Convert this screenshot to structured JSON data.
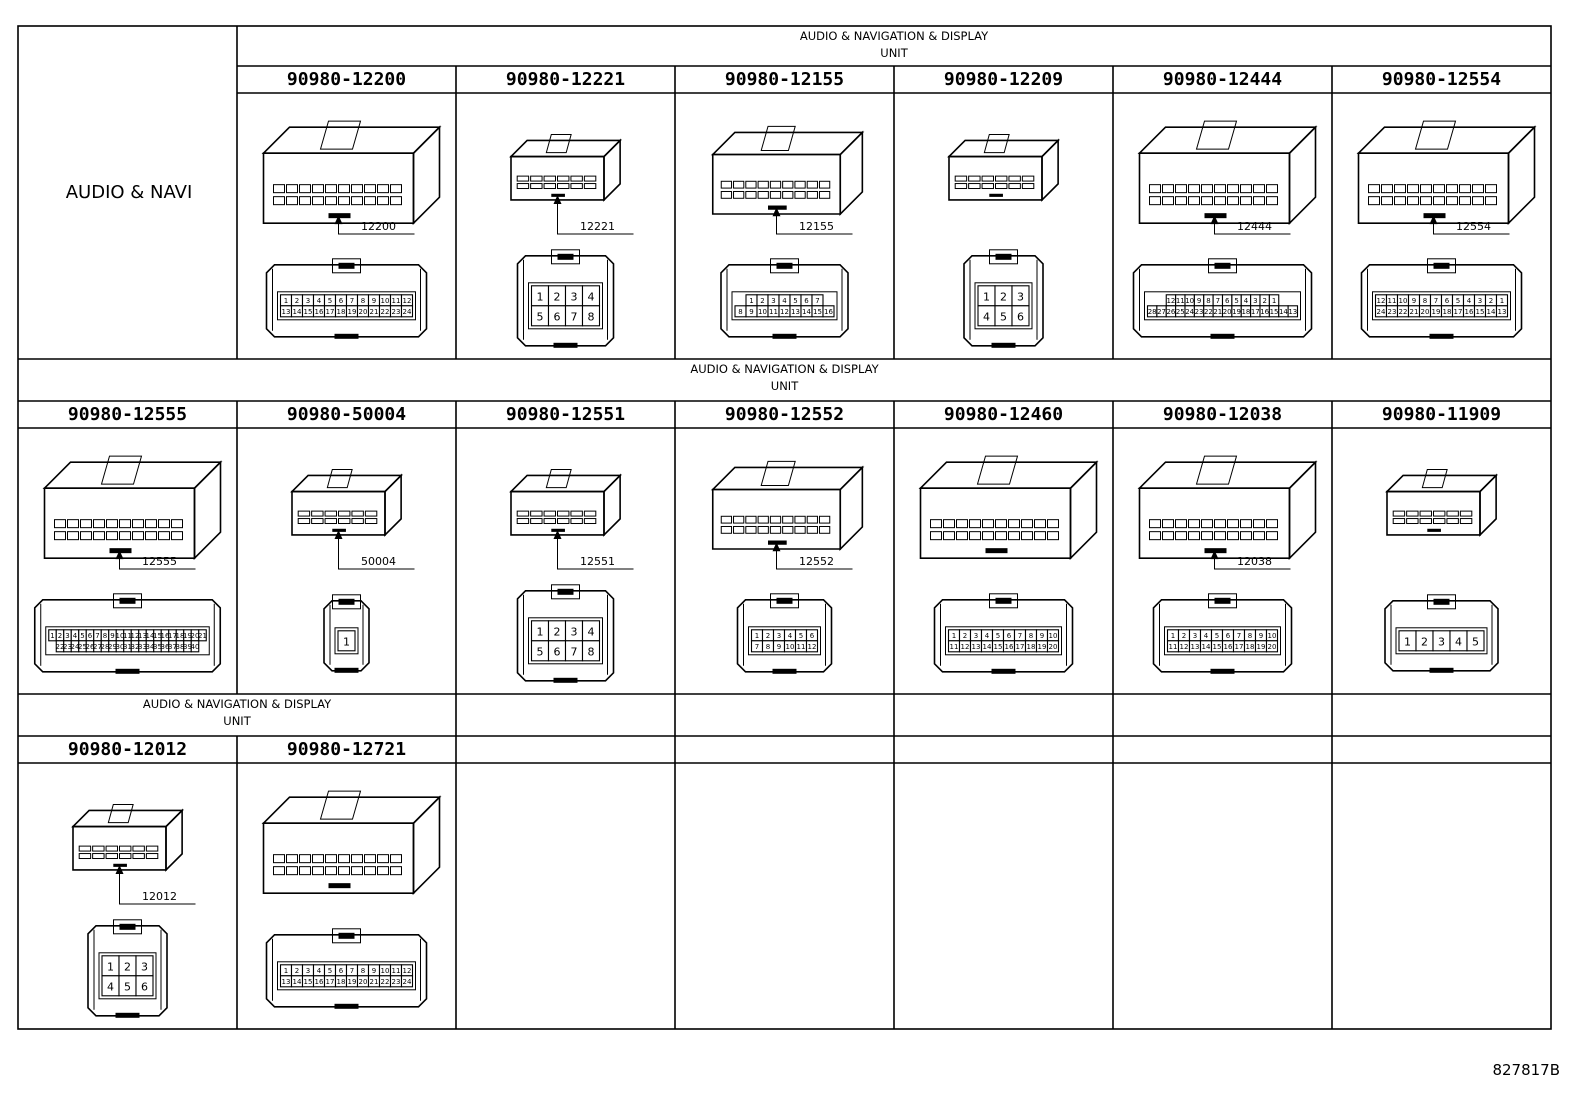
{
  "section_label": "AUDIO & NAVI",
  "unit_header": {
    "line1": "AUDIO & NAVIGATION & DISPLAY",
    "line2": "UNIT"
  },
  "figure_id": "827817B",
  "rows": [
    {
      "connectors": [
        {
          "part_number": "90980-12200",
          "tag": "12200",
          "kind": "grid",
          "pins": [
            [
              "1",
              "2",
              "3",
              "4",
              "5",
              "6",
              "7",
              "8",
              "9",
              "10",
              "11",
              "12"
            ],
            [
              "13",
              "14",
              "15",
              "16",
              "17",
              "18",
              "19",
              "20",
              "21",
              "22",
              "23",
              "24"
            ]
          ]
        },
        {
          "part_number": "90980-12221",
          "tag": "12221",
          "kind": "grid",
          "pins": [
            [
              "1",
              "2",
              "3",
              "4"
            ],
            [
              "5",
              "6",
              "7",
              "8"
            ]
          ]
        },
        {
          "part_number": "90980-12155",
          "tag": "12155",
          "kind": "grid",
          "pins": [
            [
              "1",
              "2",
              "3",
              "4",
              "5",
              "6",
              "7"
            ],
            [
              "8",
              "9",
              "10",
              "11",
              "12",
              "13",
              "14",
              "15",
              "16"
            ]
          ]
        },
        {
          "part_number": "90980-12209",
          "tag": "",
          "kind": "grid",
          "pins": [
            [
              "1",
              "2",
              "3"
            ],
            [
              "4",
              "5",
              "6"
            ]
          ]
        },
        {
          "part_number": "90980-12444",
          "tag": "12444",
          "kind": "grid",
          "pins": [
            [
              "12",
              "11",
              "10",
              "9",
              "8",
              "7",
              "6",
              "5",
              "4",
              "3",
              "2",
              "1"
            ],
            [
              "28",
              "27",
              "26",
              "25",
              "24",
              "23",
              "22",
              "21",
              "20",
              "19",
              "18",
              "17",
              "16",
              "15",
              "14",
              "13"
            ]
          ]
        },
        {
          "part_number": "90980-12554",
          "tag": "12554",
          "kind": "grid",
          "pins": [
            [
              "12",
              "11",
              "10",
              "9",
              "8",
              "7",
              "6",
              "5",
              "4",
              "3",
              "2",
              "1"
            ],
            [
              "24",
              "23",
              "22",
              "21",
              "20",
              "19",
              "18",
              "17",
              "16",
              "15",
              "14",
              "13"
            ]
          ]
        }
      ]
    },
    {
      "connectors": [
        {
          "part_number": "90980-12555",
          "tag": "12555",
          "kind": "grid",
          "pins": [
            [
              "1",
              "2",
              "3",
              "4",
              "5",
              "6",
              "7",
              "8",
              "9",
              "10",
              "11",
              "12",
              "13",
              "14",
              "15",
              "16",
              "17",
              "18",
              "19",
              "20",
              "21"
            ],
            [
              "22",
              "23",
              "24",
              "25",
              "26",
              "27",
              "28",
              "29",
              "30",
              "31",
              "32",
              "33",
              "34",
              "35",
              "36",
              "37",
              "38",
              "39",
              "40"
            ]
          ]
        },
        {
          "part_number": "90980-50004",
          "tag": "50004",
          "kind": "grid",
          "pins": [
            [
              "1"
            ]
          ]
        },
        {
          "part_number": "90980-12551",
          "tag": "12551",
          "kind": "grid",
          "pins": [
            [
              "1",
              "2",
              "3",
              "4"
            ],
            [
              "5",
              "6",
              "7",
              "8"
            ]
          ]
        },
        {
          "part_number": "90980-12552",
          "tag": "12552",
          "kind": "grid",
          "pins": [
            [
              "1",
              "2",
              "3",
              "4",
              "5",
              "6"
            ],
            [
              "7",
              "8",
              "9",
              "10",
              "11",
              "12"
            ]
          ]
        },
        {
          "part_number": "90980-12460",
          "tag": "",
          "kind": "grid",
          "pins": [
            [
              "1",
              "2",
              "3",
              "4",
              "5",
              "6",
              "7",
              "8",
              "9",
              "10"
            ],
            [
              "11",
              "12",
              "13",
              "14",
              "15",
              "16",
              "17",
              "18",
              "19",
              "20"
            ]
          ]
        },
        {
          "part_number": "90980-12038",
          "tag": "12038",
          "kind": "grid",
          "pins": [
            [
              "1",
              "2",
              "3",
              "4",
              "5",
              "6",
              "7",
              "8",
              "9",
              "10"
            ],
            [
              "11",
              "12",
              "13",
              "14",
              "15",
              "16",
              "17",
              "18",
              "19",
              "20"
            ]
          ]
        },
        {
          "part_number": "90980-11909",
          "tag": "",
          "kind": "grid",
          "pins": [
            [
              "1",
              "2",
              "3",
              "4",
              "5"
            ]
          ]
        }
      ]
    },
    {
      "connectors": [
        {
          "part_number": "90980-12012",
          "tag": "12012",
          "kind": "grid",
          "pins": [
            [
              "1",
              "2",
              "3"
            ],
            [
              "4",
              "5",
              "6"
            ]
          ]
        },
        {
          "part_number": "90980-12721",
          "tag": "",
          "kind": "grid",
          "pins": [
            [
              "1",
              "2",
              "3",
              "4",
              "5",
              "6",
              "7",
              "8",
              "9",
              "10",
              "11",
              "12"
            ],
            [
              "13",
              "14",
              "15",
              "16",
              "17",
              "18",
              "19",
              "20",
              "21",
              "22",
              "23",
              "24"
            ]
          ]
        }
      ]
    }
  ]
}
